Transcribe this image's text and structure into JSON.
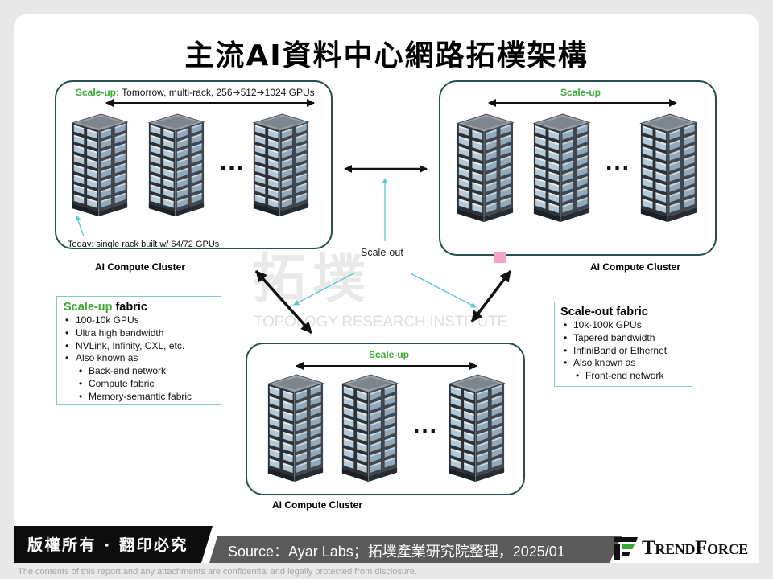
{
  "title": "主流AI資料中心網路拓樸架構",
  "clusters": [
    {
      "scale_up_label": "Scale-up:",
      "scale_up_detail": "Tomorrow, multi-rack, 256➔512➔1024 GPUs",
      "ellipsis": "...",
      "note": "Today: single rack built w/ 64/72 GPUs",
      "name": "AI Compute Cluster"
    },
    {
      "scale_up_label": "Scale-up",
      "ellipsis": "...",
      "name": "AI Compute Cluster"
    },
    {
      "scale_up_label": "Scale-up",
      "ellipsis": "...",
      "name": "AI Compute Cluster"
    }
  ],
  "scale_out_label": "Scale-out",
  "watermark": {
    "cn": "拓墣",
    "en": "TOPOLOGY RESEARCH INSTITUTE"
  },
  "scale_up_fabric": {
    "title_accent": "Scale-up",
    "title_rest": "fabric",
    "items": [
      "100-10k GPUs",
      "Ultra high bandwidth",
      "NVLink, Infinity, CXL, etc.",
      "Also known as"
    ],
    "sub_items": [
      "Back-end network",
      "Compute fabric",
      "Memory-semantic fabric"
    ]
  },
  "scale_out_fabric": {
    "title_accent": "Scale-out",
    "title_rest": "fabric",
    "items": [
      "10k-100k GPUs",
      "Tapered bandwidth",
      "InfiniBand or Ethernet",
      "Also known as"
    ],
    "sub_items": [
      "Front-end network"
    ]
  },
  "footer": {
    "copyright": "版權所有 · 翻印必究",
    "source": "Source：Ayar Labs；拓墣產業研究院整理，2025/01",
    "brand": "TrendForce",
    "disclaimer": "The contents of this report and any attachments are confidential and legally protected from disclosure."
  },
  "icons": {
    "rack": "server-rack-icon",
    "brand_logo": "trendforce-logo-icon"
  },
  "colors": {
    "scale_up_green": "#3aaa35",
    "cluster_border": "#23504e",
    "hint_arrow_cyan": "#5bc6d6",
    "scale_out_arrow": "#111111",
    "fabric_box_border": "#86cbc3",
    "footer_black": "#0d0d0d",
    "footer_gray": "#5a5a5a",
    "brand_green": "#3aa935"
  }
}
